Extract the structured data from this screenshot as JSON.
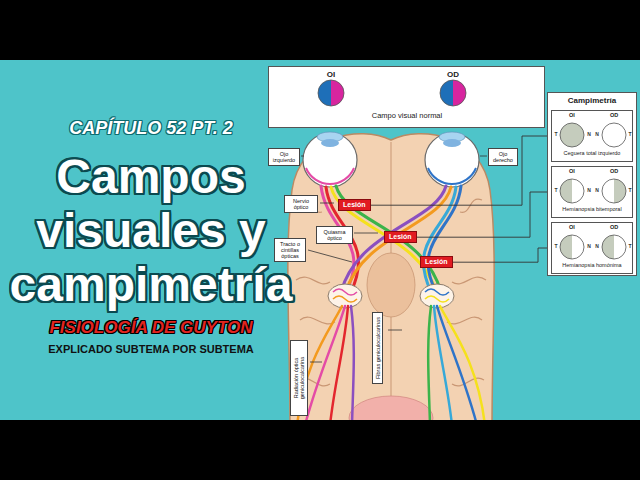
{
  "diagram": {
    "title": "Campos visuales y campimetría",
    "nodes": [
      {
        "text": [
          "OI",
          "OD",
          "Campo visual normal"
        ]
      },
      {
        "text": [
          "Campimetría"
        ]
      },
      {
        "text": [
          "OI",
          "OD",
          "Ceguera total izquierdo"
        ],
        "in": 1
      },
      {
        "text": [
          "OI",
          "OD",
          "Hemianopsia bitemporal"
        ],
        "in": 1
      },
      {
        "text": [
          "OI",
          "OD",
          "Hemianopsia homónima"
        ],
        "in": 1
      },
      {
        "text": [
          "Lesión"
        ]
      },
      {
        "text": [
          "Lesión"
        ]
      },
      {
        "text": [
          "Lesión"
        ]
      },
      {
        "text": [
          "Ojo izquierdo"
        ]
      },
      {
        "text": [
          "Ojo derecho"
        ]
      },
      {
        "text": [
          "Nervio óptico"
        ]
      },
      {
        "text": [
          "Quiasma óptico"
        ]
      },
      {
        "text": [
          "Tracto o cintillas ópticas"
        ]
      },
      {
        "text": [
          "Fibras geniculocalcarinas"
        ]
      },
      {
        "text": [
          "Radiación óptica geniculocalcarina"
        ]
      }
    ],
    "edges": [
      {
        "from": 5,
        "to": 2,
        "arrow": "none"
      },
      {
        "from": 6,
        "to": 3,
        "arrow": "none"
      },
      {
        "from": 7,
        "to": 4,
        "arrow": "none"
      }
    ],
    "labels": [
      "CAPÍTULO 52 PT. 2",
      "FISIOLOGÍA DE GUYTON",
      "EXPLICADO SUBTEMA POR SUBTEMA",
      "T",
      "N",
      "N",
      "T",
      "T",
      "N",
      "N",
      "T",
      "T",
      "N",
      "N",
      "T"
    ]
  }
}
